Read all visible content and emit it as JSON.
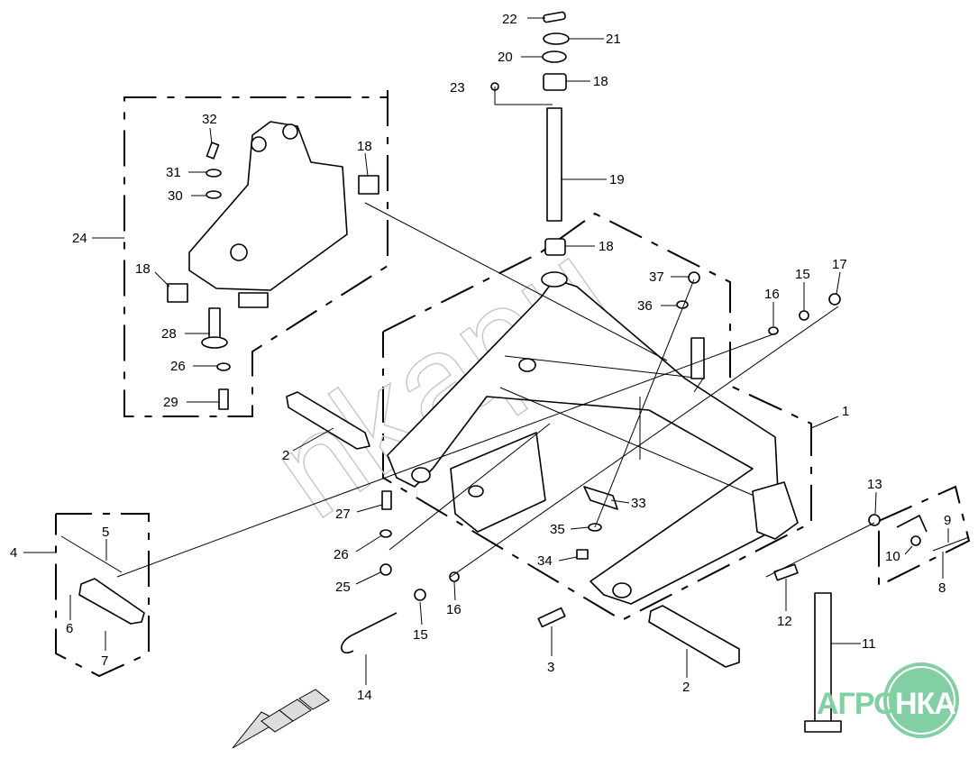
{
  "callouts": [
    "22",
    "21",
    "20",
    "18",
    "23",
    "19",
    "18",
    "37",
    "36",
    "16",
    "15",
    "17",
    "1",
    "32",
    "31",
    "30",
    "18",
    "24",
    "18",
    "28",
    "26",
    "29",
    "2",
    "27",
    "26",
    "25",
    "5",
    "4",
    "6",
    "7",
    "15",
    "16",
    "14",
    "33",
    "35",
    "34",
    "3",
    "2",
    "13",
    "9",
    "10",
    "8",
    "12",
    "11"
  ],
  "watermark": "nkapu",
  "logo": {
    "text": "АГРОНКА",
    "left": "АГРО",
    "right": "НКА",
    "color": "#83cfa4"
  },
  "colors": {
    "line": "#000000",
    "watermark": "#c8c8c8"
  }
}
